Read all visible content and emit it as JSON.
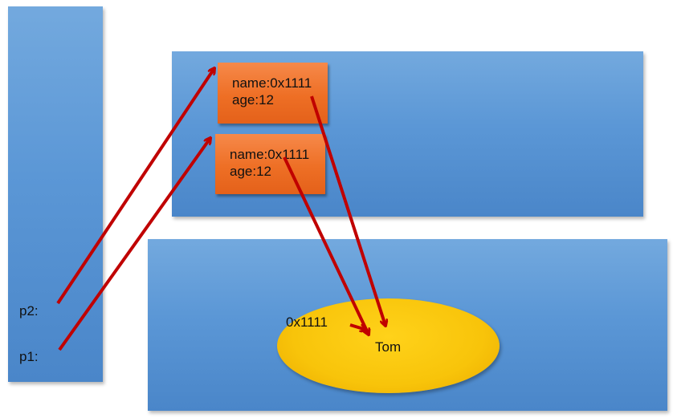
{
  "stack": {
    "vars": [
      {
        "label": "p2:"
      },
      {
        "label": "p1:"
      }
    ]
  },
  "heap_objects": [
    {
      "name_field": "name:0x1111",
      "age_field": "age:12"
    },
    {
      "name_field": "name:0x1111",
      "age_field": "age:12"
    }
  ],
  "string_pool": {
    "address": "0x1111",
    "value": "Tom"
  },
  "colors": {
    "panel": "#5b97d6",
    "object": "#ee6f25",
    "string_ellipse": "#f8c40a",
    "arrow": "#c00000"
  }
}
